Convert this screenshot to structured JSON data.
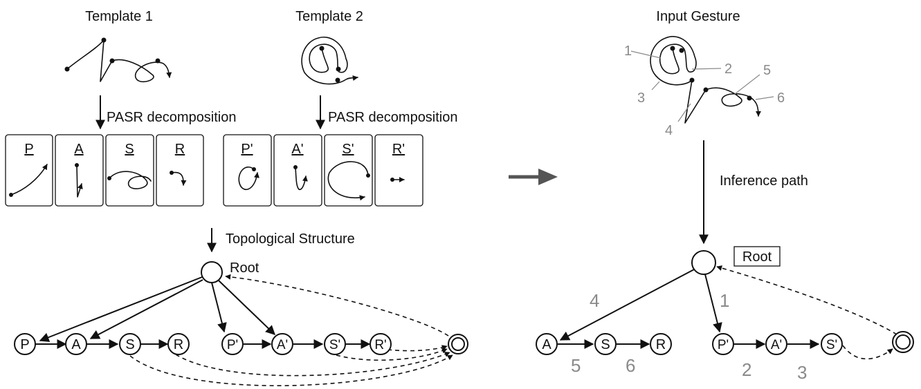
{
  "left": {
    "template1_title": "Template 1",
    "template2_title": "Template 2",
    "decomposition_label": "PASR decomposition",
    "topology_label": "Topological Structure",
    "root_label": "Root",
    "cards_t1": [
      "P",
      "A",
      "S",
      "R"
    ],
    "cards_t2": [
      "P'",
      "A'",
      "S'",
      "R'"
    ],
    "nodes": [
      "P",
      "A",
      "S",
      "R",
      "P'",
      "A'",
      "S'",
      "R'"
    ]
  },
  "right": {
    "title": "Input Gesture",
    "inference_label": "Inference path",
    "root_label": "Root",
    "gesture_numbers": [
      "1",
      "2",
      "3",
      "4",
      "5",
      "6"
    ],
    "nodes": [
      "A",
      "S",
      "R",
      "P'",
      "A'",
      "S'"
    ],
    "edge_numbers": {
      "root_A": "4",
      "root_P2": "1",
      "A_S": "5",
      "S_R": "6",
      "P2_A2": "2",
      "A2_S2": "3"
    }
  },
  "colors": {
    "ink": "#111111",
    "annotation": "#8a8a8a",
    "arrow": "#555555"
  }
}
